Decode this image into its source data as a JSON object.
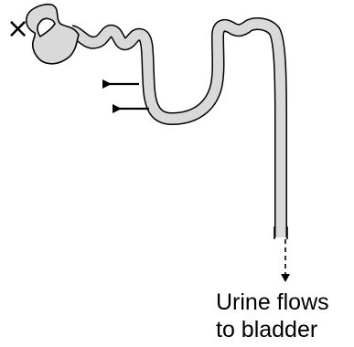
{
  "diagram": {
    "marker_symbol": "×",
    "caption": {
      "line1": "Urine flows",
      "line2": "to bladder"
    },
    "colors": {
      "tubule_fill": "#d9d9d9",
      "outline": "#000000",
      "background": "#ffffff"
    },
    "icons": {
      "flow_arrows": "left-arrow",
      "outflow": "dashed-down-arrow"
    }
  }
}
